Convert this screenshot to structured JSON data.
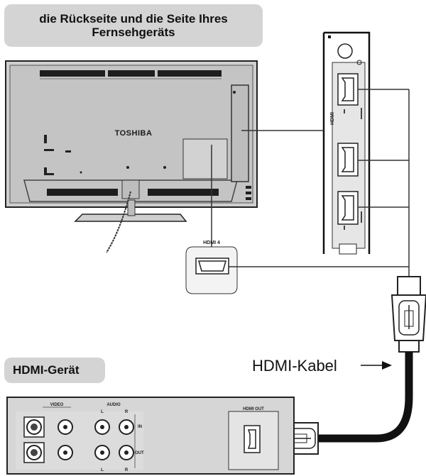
{
  "title_line1": "die Rückseite und die Seite Ihres",
  "title_line2": "Fernsehgeräts",
  "tv_brand": "TOSHIBA",
  "tv_hdmi_port_label": "HDMI 4",
  "side_panel_label": "HDMI",
  "device_label": "HDMI-Gerät",
  "cable_label": "HDMI-Kabel",
  "device_video_label": "VIDEO",
  "device_audio_label": "AUDIO",
  "device_audio_l": "L",
  "device_audio_r": "R",
  "device_in_label": "IN",
  "device_out_label": "OUT",
  "device_hdmi_out_label": "HDMI OUT"
}
